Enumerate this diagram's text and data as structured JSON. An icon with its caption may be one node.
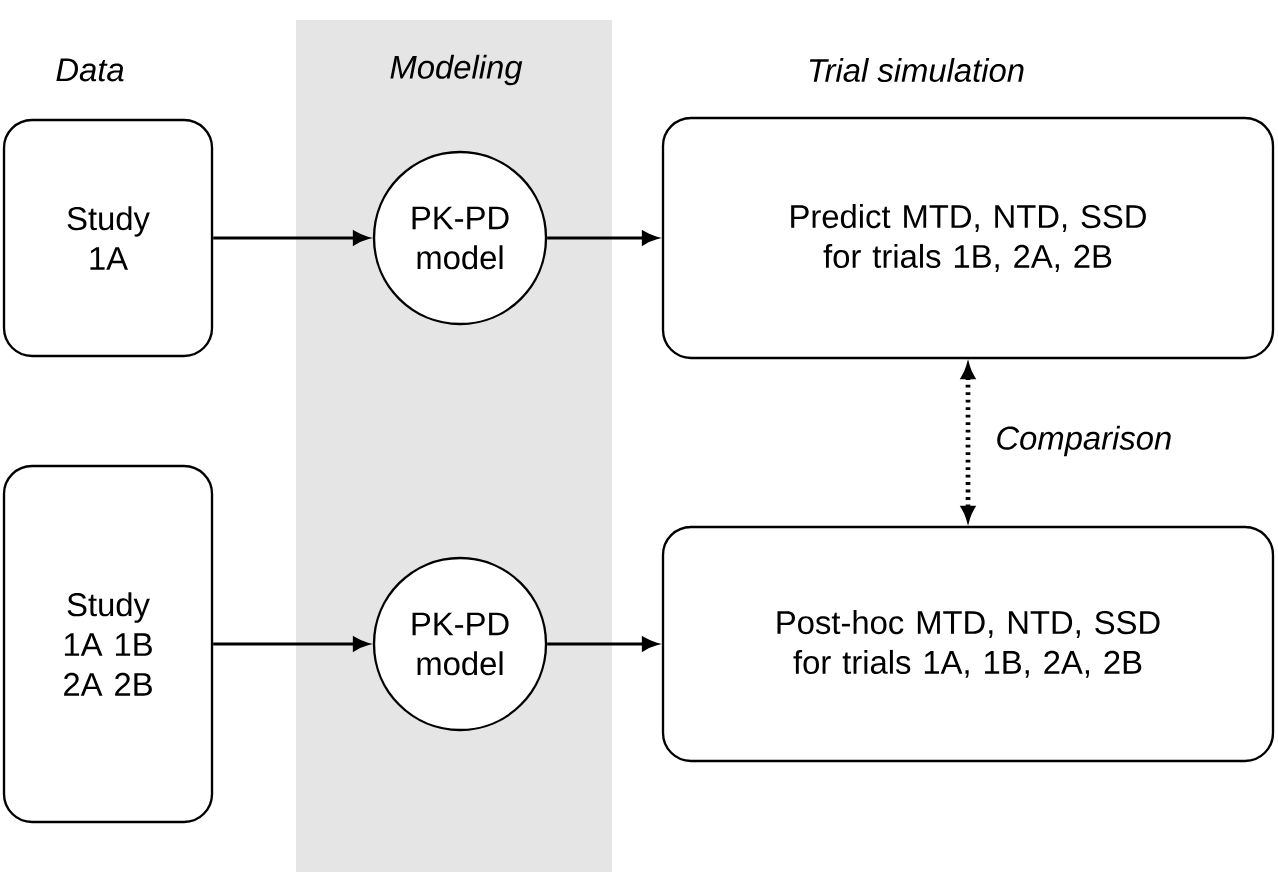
{
  "diagram": {
    "nodes": [
      {
        "text": [
          "Study 1A"
        ]
      },
      {
        "text": [
          "PK-PD model"
        ]
      },
      {
        "text": [
          "Predict MTD, NTD, SSD for trials 1B, 2A, 2B"
        ]
      },
      {
        "text": [
          "Study 1A 1B 2A 2B"
        ]
      },
      {
        "text": [
          "PK-PD model"
        ]
      },
      {
        "text": [
          "Post-hoc MTD, NTD, SSD for trials 1A, 1B, 2A, 2B"
        ]
      }
    ],
    "edges": [
      {
        "from": 0,
        "to": 1,
        "arrow": "to"
      },
      {
        "from": 1,
        "to": 2,
        "arrow": "to"
      },
      {
        "from": 3,
        "to": 4,
        "arrow": "to"
      },
      {
        "from": 4,
        "to": 5,
        "arrow": "to"
      },
      {
        "from": 2,
        "to": 5,
        "arrow": "both",
        "label": "Comparison",
        "style": "dashed"
      }
    ],
    "labels": [
      "Data",
      "Modeling",
      "Trial simulation"
    ]
  }
}
